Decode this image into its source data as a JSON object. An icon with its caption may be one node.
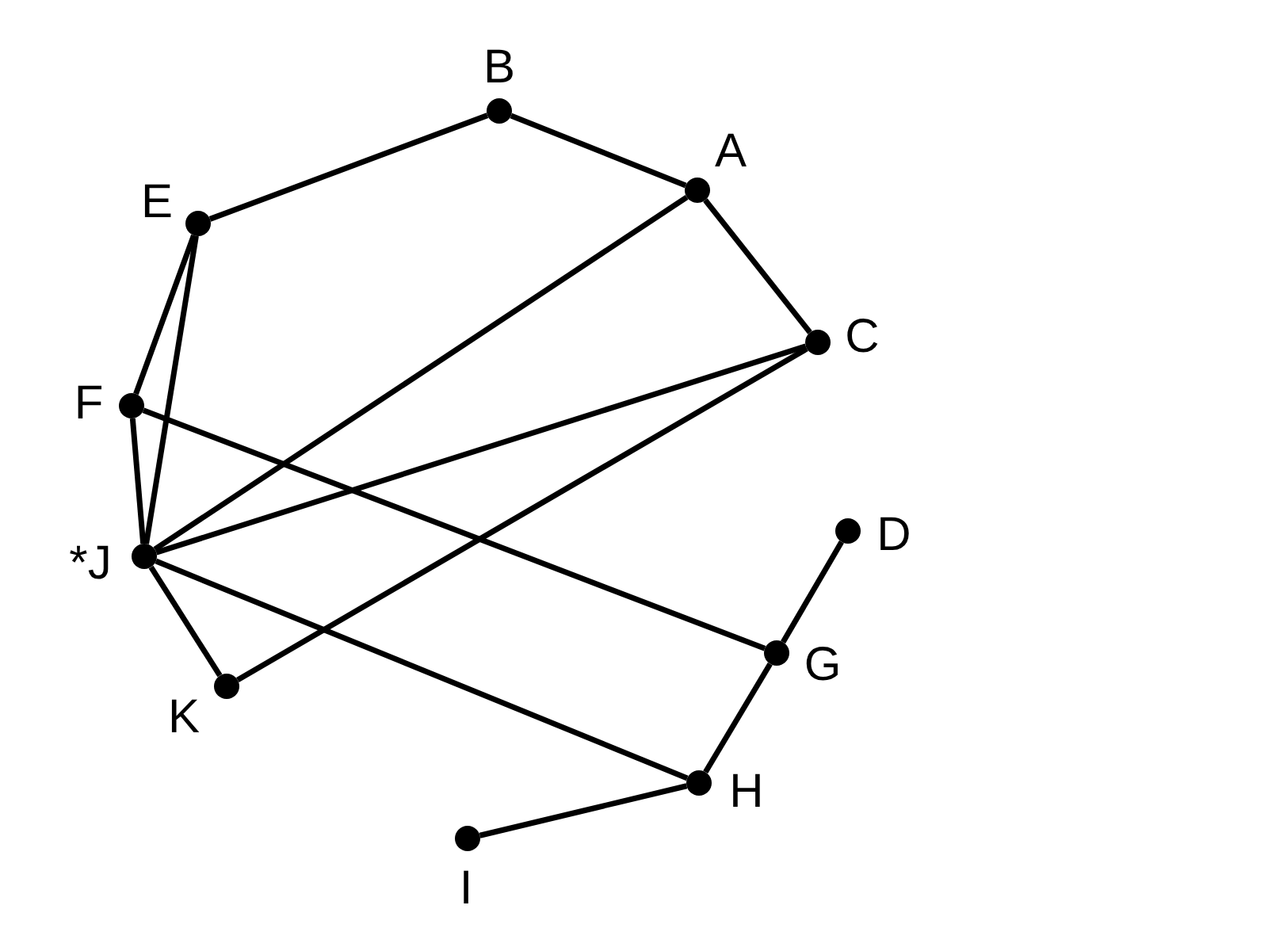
{
  "diagram": {
    "nodes": [
      {
        "text": [
          "B"
        ]
      },
      {
        "text": [
          "A"
        ]
      },
      {
        "text": [
          "C"
        ]
      },
      {
        "text": [
          "E"
        ]
      },
      {
        "text": [
          "F"
        ]
      },
      {
        "text": [
          "*J"
        ]
      },
      {
        "text": [
          "K"
        ]
      },
      {
        "text": [
          "D"
        ]
      },
      {
        "text": [
          "G"
        ]
      },
      {
        "text": [
          "H"
        ]
      },
      {
        "text": [
          "I"
        ]
      }
    ],
    "edges": [
      {
        "from": 3,
        "to": 0,
        "arrow": "none"
      },
      {
        "from": 0,
        "to": 1,
        "arrow": "none"
      },
      {
        "from": 1,
        "to": 2,
        "arrow": "none"
      },
      {
        "from": 3,
        "to": 4,
        "arrow": "none"
      },
      {
        "from": 3,
        "to": 5,
        "arrow": "none"
      },
      {
        "from": 4,
        "to": 5,
        "arrow": "none"
      },
      {
        "from": 5,
        "to": 1,
        "arrow": "none"
      },
      {
        "from": 5,
        "to": 2,
        "arrow": "none"
      },
      {
        "from": 2,
        "to": 6,
        "arrow": "none"
      },
      {
        "from": 5,
        "to": 6,
        "arrow": "none"
      },
      {
        "from": 4,
        "to": 8,
        "arrow": "none"
      },
      {
        "from": 5,
        "to": 9,
        "arrow": "none"
      },
      {
        "from": 7,
        "to": 8,
        "arrow": "none"
      },
      {
        "from": 8,
        "to": 9,
        "arrow": "none"
      },
      {
        "from": 9,
        "to": 10,
        "arrow": "none"
      }
    ]
  }
}
